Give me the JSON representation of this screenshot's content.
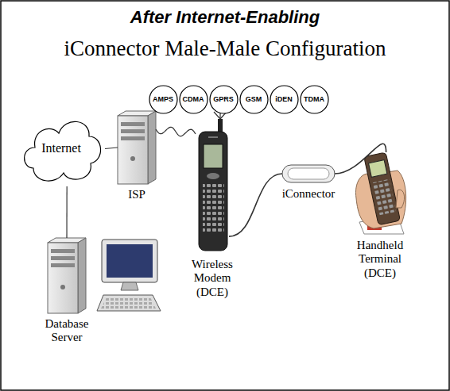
{
  "diagram": {
    "title": "After Internet-Enabling",
    "nodes": [
      {
        "text": [
          "AMPS"
        ]
      },
      {
        "text": [
          "CDMA"
        ]
      },
      {
        "text": [
          "GPRS"
        ]
      },
      {
        "text": [
          "GSM"
        ]
      },
      {
        "text": [
          "iDEN"
        ]
      },
      {
        "text": [
          "TDMA"
        ]
      },
      {
        "text": [
          "Internet"
        ]
      },
      {
        "text": [
          "ISP"
        ]
      },
      {
        "text": [
          "Wireless Modem (DCE)"
        ]
      },
      {
        "text": [
          "iConnector"
        ]
      },
      {
        "text": [
          "Handheld Terminal (DCE)"
        ]
      },
      {
        "text": [
          "Database Server"
        ]
      }
    ],
    "edges": [
      {
        "from": 6,
        "to": 7,
        "arrow": "none"
      },
      {
        "from": 6,
        "to": 11,
        "arrow": "none"
      },
      {
        "from": 7,
        "to": 8,
        "arrow": "none"
      },
      {
        "from": 8,
        "to": 9,
        "arrow": "none"
      },
      {
        "from": 9,
        "to": 10,
        "arrow": "none"
      }
    ],
    "labels": [
      "iConnector Male-Male Configuration"
    ]
  }
}
